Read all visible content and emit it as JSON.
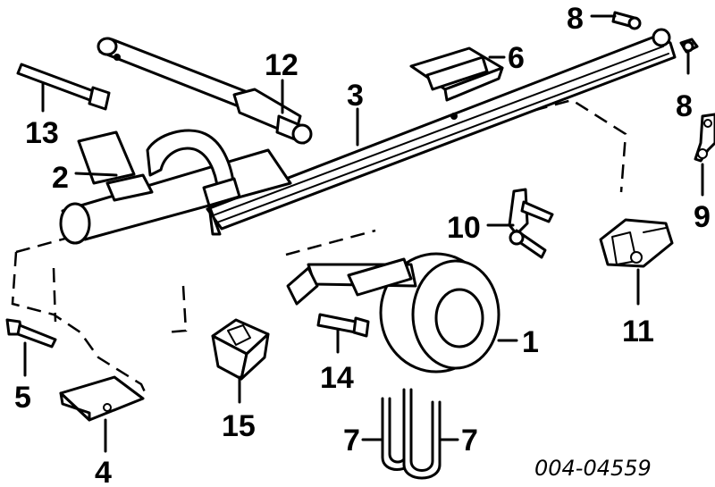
{
  "diagram_code": "004-04559",
  "callouts": [
    {
      "id": "1",
      "text": "1"
    },
    {
      "id": "2",
      "text": "2"
    },
    {
      "id": "3",
      "text": "3"
    },
    {
      "id": "4",
      "text": "4"
    },
    {
      "id": "5",
      "text": "5"
    },
    {
      "id": "6",
      "text": "6"
    },
    {
      "id": "7a",
      "text": "7"
    },
    {
      "id": "7b",
      "text": "7"
    },
    {
      "id": "8a",
      "text": "8"
    },
    {
      "id": "8b",
      "text": "8"
    },
    {
      "id": "9",
      "text": "9"
    },
    {
      "id": "10",
      "text": "10"
    },
    {
      "id": "11",
      "text": "11"
    },
    {
      "id": "12",
      "text": "12"
    },
    {
      "id": "13",
      "text": "13"
    },
    {
      "id": "14",
      "text": "14"
    },
    {
      "id": "15",
      "text": "15"
    }
  ]
}
